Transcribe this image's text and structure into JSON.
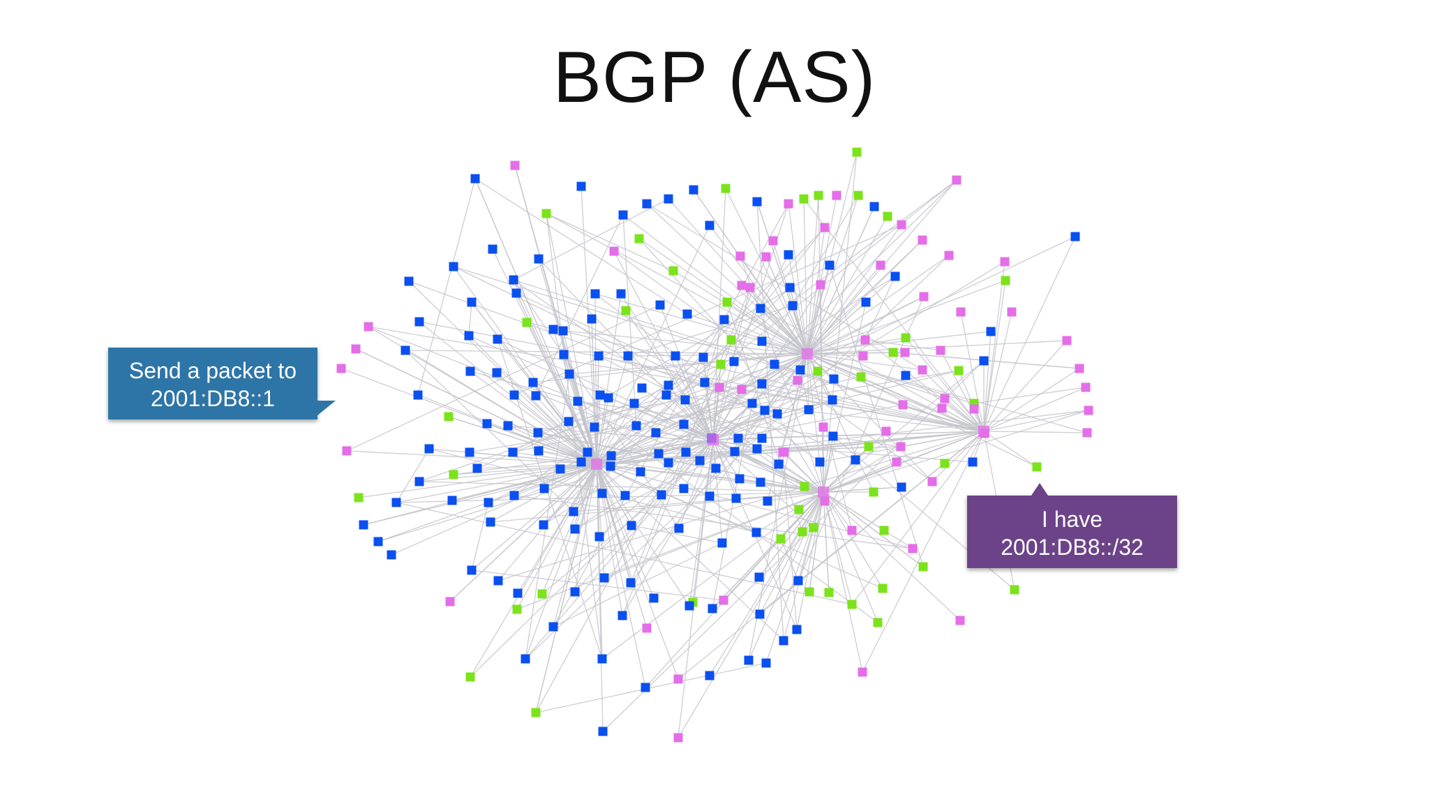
{
  "slide": {
    "title": "BGP (AS)"
  },
  "callouts": {
    "send": {
      "line1": "Send a packet to",
      "line2": "2001:DB8::1"
    },
    "have": {
      "line1": "I have",
      "line2": "2001:DB8::/32"
    }
  },
  "graph": {
    "colors": {
      "edge": "#c4c4cc",
      "blue": "#0a4ff0",
      "pink": "#e46ee8",
      "green": "#7be31c"
    }
  }
}
